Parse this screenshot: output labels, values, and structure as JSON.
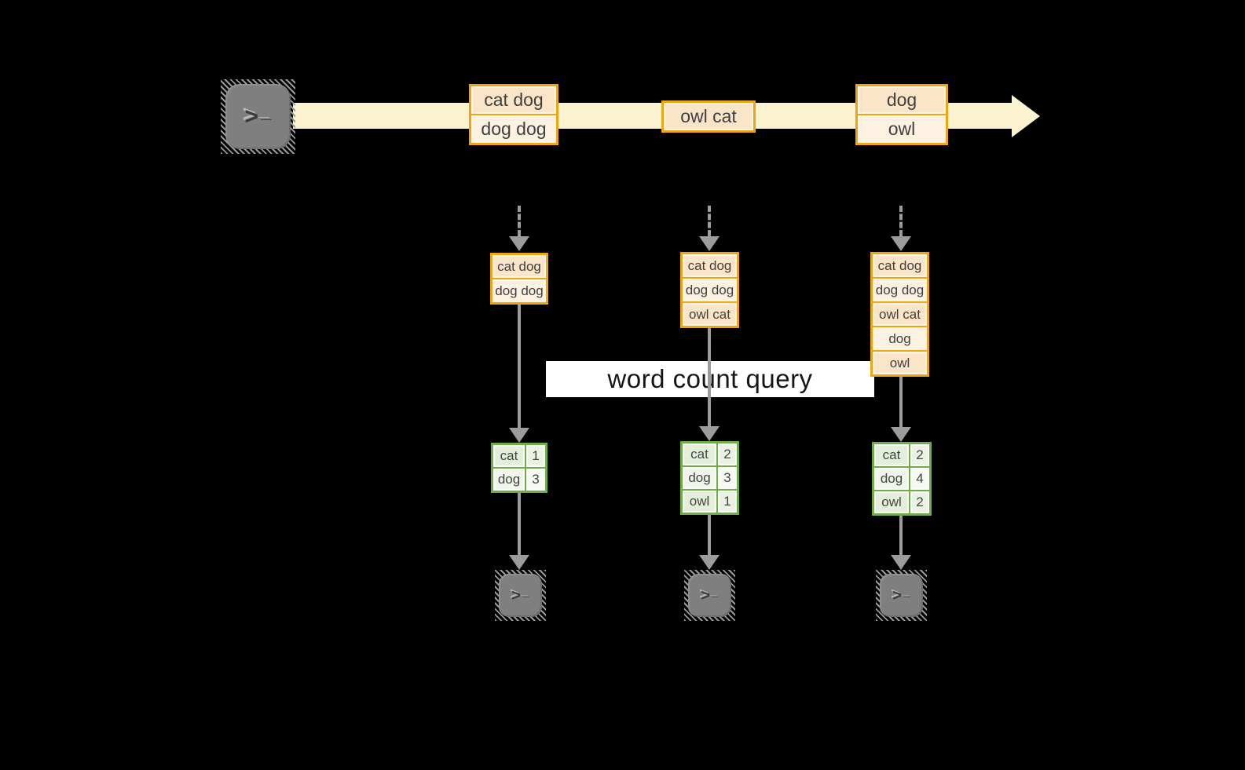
{
  "query": {
    "label": "word count query"
  },
  "icons": {
    "terminal_prompt": ">",
    "terminal_cursor": "_"
  },
  "stream": {
    "batches": [
      {
        "items": [
          "cat dog",
          "dog dog"
        ]
      },
      {
        "items": [
          "owl cat"
        ]
      },
      {
        "items": [
          "dog",
          "owl"
        ]
      }
    ]
  },
  "pipelines": [
    {
      "buffer": [
        "cat dog",
        "dog dog"
      ],
      "counts": [
        {
          "word": "cat",
          "value": "1"
        },
        {
          "word": "dog",
          "value": "3"
        }
      ]
    },
    {
      "buffer": [
        "cat dog",
        "dog dog",
        "owl cat"
      ],
      "counts": [
        {
          "word": "cat",
          "value": "2"
        },
        {
          "word": "dog",
          "value": "3"
        },
        {
          "word": "owl",
          "value": "1"
        }
      ]
    },
    {
      "buffer": [
        "cat dog",
        "dog dog",
        "owl cat",
        "dog",
        "owl"
      ],
      "counts": [
        {
          "word": "cat",
          "value": "2"
        },
        {
          "word": "dog",
          "value": "4"
        },
        {
          "word": "owl",
          "value": "2"
        }
      ]
    }
  ],
  "colors": {
    "background": "#000000",
    "stream_band": "#fbf2cf",
    "orange_border": "#efa511",
    "peach_dark": "#fbe5c8",
    "peach_light": "#fdf2e2",
    "green_border": "#71ad47",
    "green_dark": "#e3efdb",
    "green_light": "#f0f6eb",
    "arrow_gray": "#9c9c9c",
    "terminal_gray": "#7f7f7f",
    "query_banner_bg": "#ffffff"
  }
}
